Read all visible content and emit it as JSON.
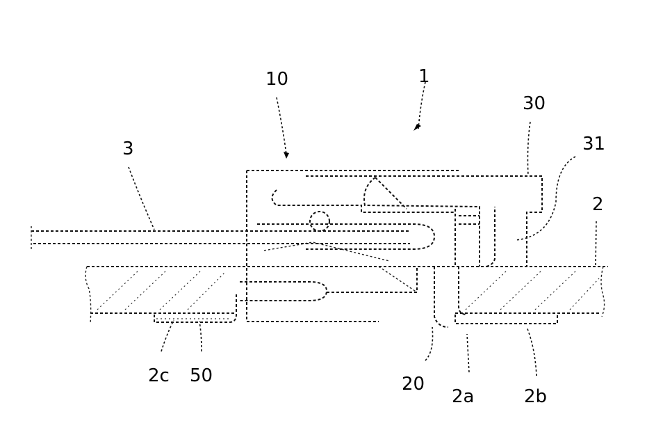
{
  "figure": {
    "type": "patent-cross-section-drawing",
    "labels": [
      {
        "id": "1",
        "text": "1"
      },
      {
        "id": "10",
        "text": "10"
      },
      {
        "id": "30",
        "text": "30"
      },
      {
        "id": "31",
        "text": "31"
      },
      {
        "id": "3",
        "text": "3"
      },
      {
        "id": "2",
        "text": "2"
      },
      {
        "id": "2c",
        "text": "2c"
      },
      {
        "id": "50",
        "text": "50"
      },
      {
        "id": "20",
        "text": "20"
      },
      {
        "id": "2a",
        "text": "2a"
      },
      {
        "id": "2b",
        "text": "2b"
      }
    ]
  }
}
